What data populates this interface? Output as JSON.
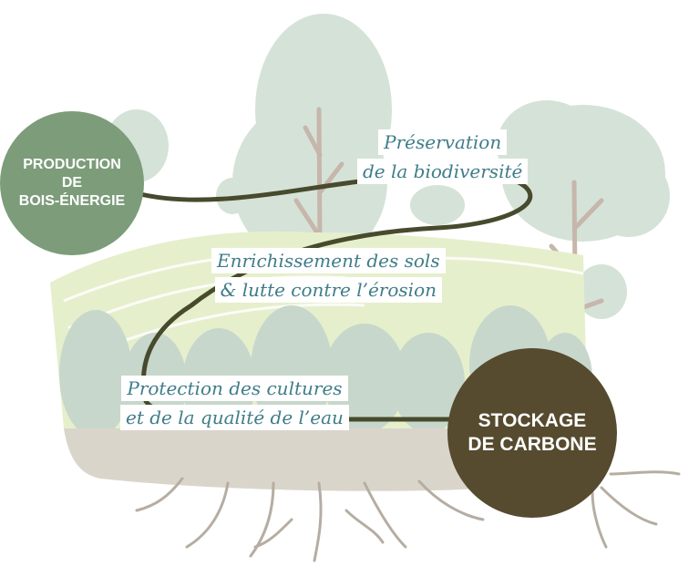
{
  "production": {
    "line1": "PRODUCTION",
    "line2": "DE",
    "line3": "BOIS-ÉNERGIE"
  },
  "biodiversite": {
    "line1": "Préservation",
    "line2": "de la biodiversité"
  },
  "sols": {
    "line1": "Enrichissement des sols",
    "line2": "& lutte contre l’érosion"
  },
  "cultures": {
    "line1": "Protection des cultures",
    "line2": "et de la qualité de l’eau"
  },
  "stockage": {
    "line1": "STOCKAGE",
    "line2": "DE CARBONE"
  },
  "colors": {
    "production_circle": "#7c9c7a",
    "stockage_circle": "#564a2f",
    "path": "#474a2c",
    "label_text": "#3f7d89",
    "foliage": "#cddbd0",
    "field": "#e6efcc",
    "ground": "#d8d3c8",
    "roots": "#b3aa9f"
  }
}
